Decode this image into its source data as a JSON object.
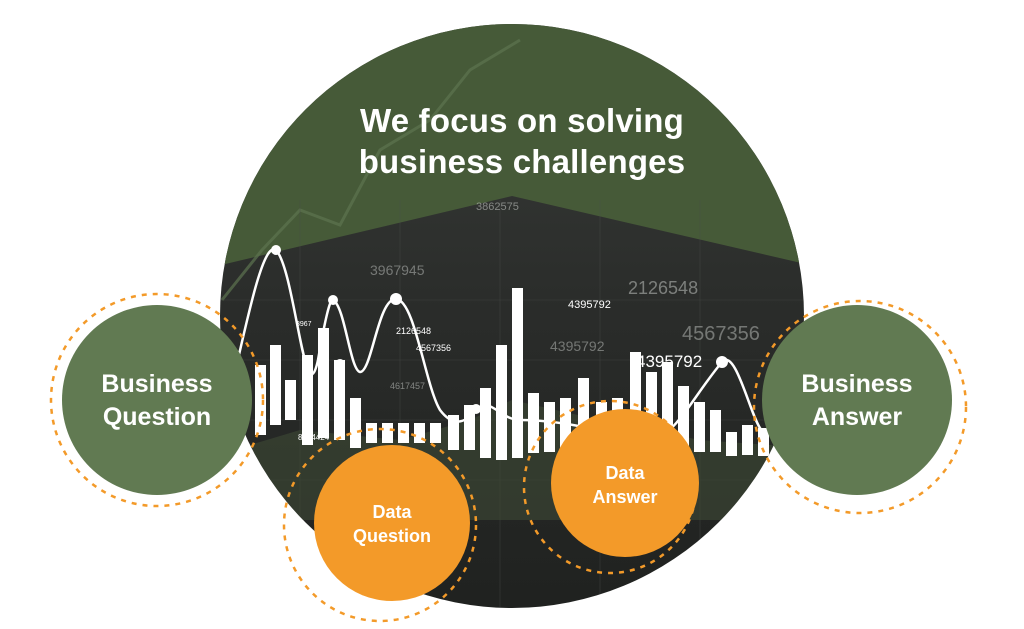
{
  "headline": {
    "line1": "We focus on solving",
    "line2": "business challenges"
  },
  "nodes": {
    "business_question": {
      "line1": "Business",
      "line2": "Question"
    },
    "data_question": {
      "line1": "Data",
      "line2": "Question"
    },
    "data_answer": {
      "line1": "Data",
      "line2": "Answer"
    },
    "business_answer": {
      "line1": "Business",
      "line2": "Answer"
    }
  },
  "background_numbers": [
    "3862575",
    "3967945",
    "2126548",
    "4395792",
    "4567356",
    "4395792",
    "4395792",
    "2126548",
    "4567356",
    "4617457",
    "8674424",
    "3967"
  ],
  "colors": {
    "dark_green": "#465a38",
    "node_green": "#617a52",
    "orange": "#f39a29",
    "dark_bg": "#2b2d2b"
  }
}
